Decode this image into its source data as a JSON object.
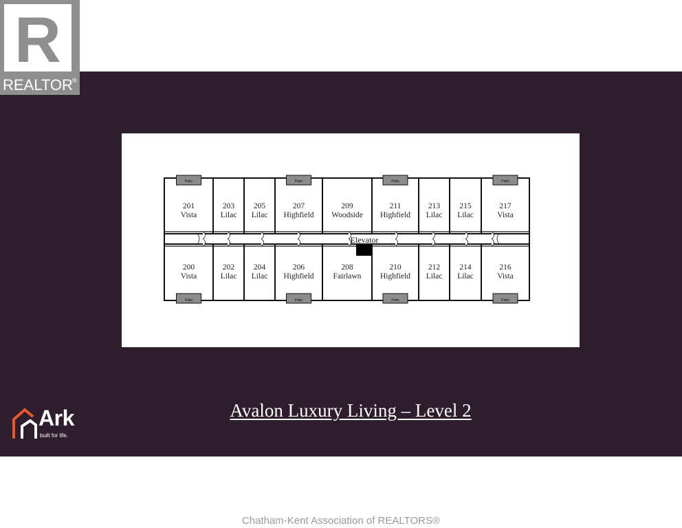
{
  "realtor_logo": {
    "letter": "R",
    "wordmark": "REALTOR",
    "mark": "®"
  },
  "slide": {
    "title": "Avalon Luxury Living – Level 2",
    "brand": {
      "name": "Ark",
      "tagline": "built for life.",
      "accent_color": "#e9572a"
    }
  },
  "floorplan": {
    "elevator_label": "Elevator",
    "patio_label": "Patio",
    "top_units": [
      {
        "number": "201",
        "model": "Vista"
      },
      {
        "number": "203",
        "model": "Lilac"
      },
      {
        "number": "205",
        "model": "Lilac"
      },
      {
        "number": "207",
        "model": "Highfield"
      },
      {
        "number": "209",
        "model": "Woodside"
      },
      {
        "number": "211",
        "model": "Highfield"
      },
      {
        "number": "213",
        "model": "Lilac"
      },
      {
        "number": "215",
        "model": "Lilac"
      },
      {
        "number": "217",
        "model": "Vista"
      }
    ],
    "bottom_units": [
      {
        "number": "200",
        "model": "Vista"
      },
      {
        "number": "202",
        "model": "Lilac"
      },
      {
        "number": "204",
        "model": "Lilac"
      },
      {
        "number": "206",
        "model": "Highfield"
      },
      {
        "number": "208",
        "model": "Fairlawn"
      },
      {
        "number": "210",
        "model": "Highfield"
      },
      {
        "number": "212",
        "model": "Lilac"
      },
      {
        "number": "214",
        "model": "Lilac"
      },
      {
        "number": "216",
        "model": "Vista"
      }
    ]
  },
  "colors": {
    "background": "#2e1d2c",
    "patio": "#8c8c8c",
    "elevator": "#000000"
  },
  "footer": "Chatham-Kent Association of REALTORS®"
}
